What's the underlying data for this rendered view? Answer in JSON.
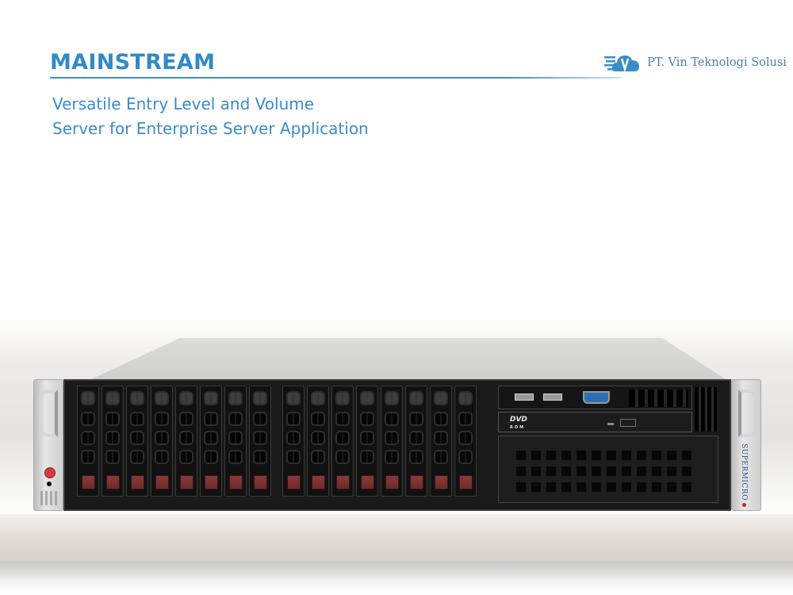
{
  "header": {
    "title": "MAINSTREAM",
    "subtitle_lines": [
      "Versatile Entry Level and Volume",
      "Server for Enterprise Server Application"
    ],
    "accent_color": "#2f8ac7"
  },
  "logo": {
    "company": "PT. Vin Teknologi Solusi",
    "icon": "cloud-v-icon",
    "color": "#4a7fad"
  },
  "product_image": {
    "description": "2U rackmount server front view",
    "brand": "SUPERMICRO",
    "drive_bays": 16,
    "front_io": [
      "usb-port",
      "usb-port",
      "vga-port"
    ],
    "optical_drive_label": "DVD",
    "optical_drive_sublabel": "ROM"
  }
}
